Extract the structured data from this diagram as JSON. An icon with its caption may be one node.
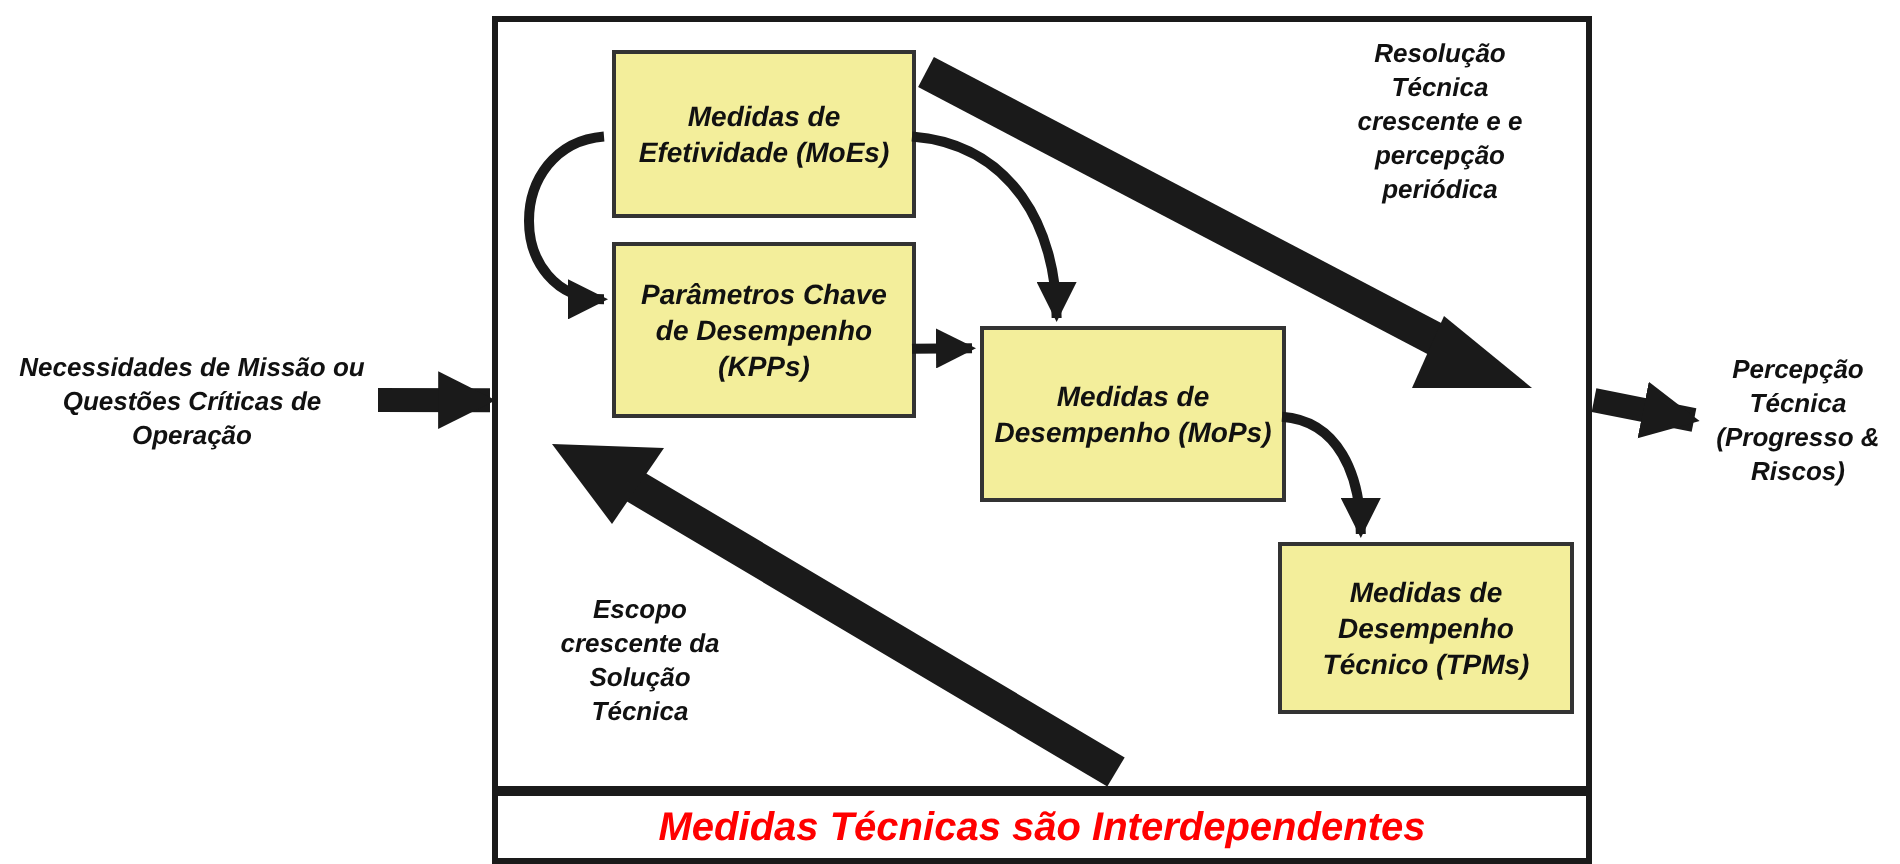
{
  "diagram": {
    "nodes": [
      {
        "text": [
          "Medidas Técnicas são Interdependentes"
        ]
      },
      {
        "text": [
          "Medidas de Efetividade (MoEs)"
        ],
        "in": 0
      },
      {
        "text": [
          "Parâmetros Chave de Desempenho (KPPs)"
        ],
        "in": 0
      },
      {
        "text": [
          "Medidas de Desempenho (MoPs)"
        ],
        "in": 0
      },
      {
        "text": [
          "Medidas de Desempenho Técnico (TPMs)"
        ],
        "in": 0
      },
      {
        "text": [
          "Necessidades de Missão ou Questões Críticas de Operação"
        ]
      },
      {
        "text": [
          "Percepção Técnica (Progresso & Riscos)"
        ]
      }
    ],
    "edges": [
      {
        "from": 5,
        "to": 0,
        "arrow": "to",
        "style": "thick"
      },
      {
        "from": 0,
        "to": 6,
        "arrow": "to",
        "style": "thick"
      },
      {
        "from": 1,
        "to": 2,
        "arrow": "to"
      },
      {
        "from": 1,
        "to": 3,
        "arrow": "to"
      },
      {
        "from": 2,
        "to": 3,
        "arrow": "to"
      },
      {
        "from": 3,
        "to": 4,
        "arrow": "to"
      }
    ],
    "labels": [
      "Resolução Técnica crescente e e percepção periódica",
      "Escopo crescente da Solução Técnica"
    ]
  }
}
